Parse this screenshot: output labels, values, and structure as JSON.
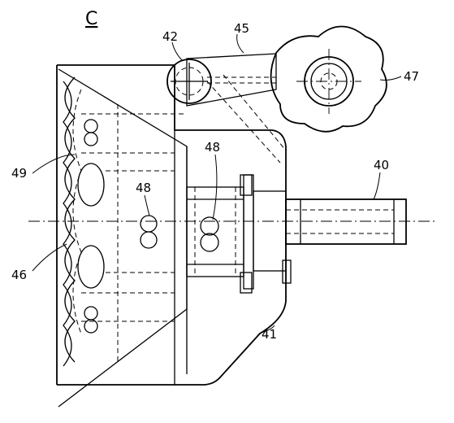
{
  "figure": {
    "title": "C",
    "labels": {
      "l40": "40",
      "l41": "41",
      "l42": "42",
      "l45": "45",
      "l46": "46",
      "l47": "47",
      "l48a": "48",
      "l48b": "48",
      "l49": "49"
    }
  }
}
